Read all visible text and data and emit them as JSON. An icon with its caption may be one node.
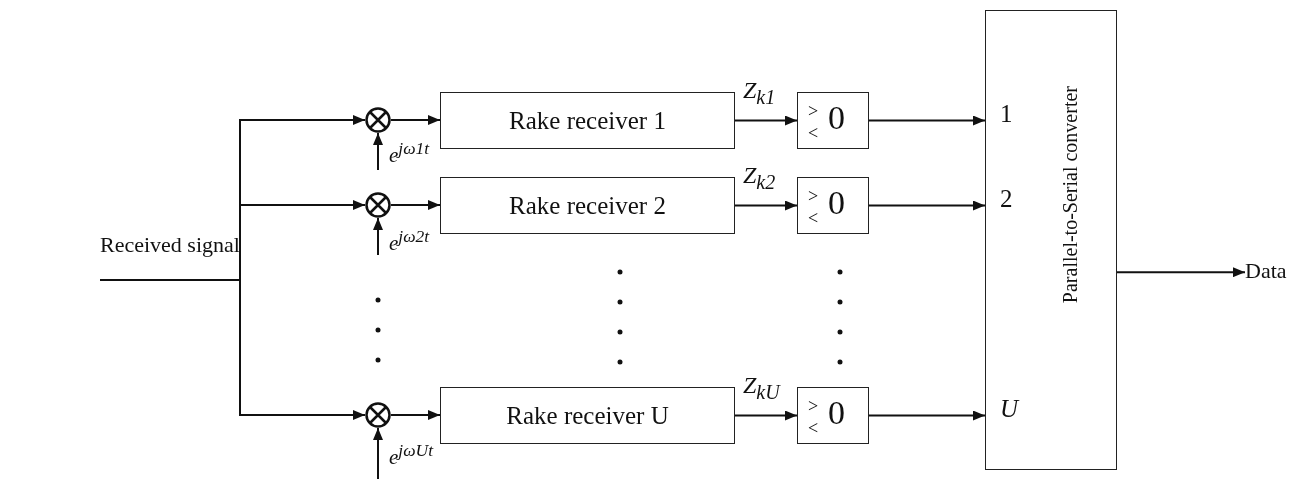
{
  "diagram": {
    "nodes": [
      {
        "text": [
          "Received signal"
        ]
      },
      {
        "text": [],
        "shape": "circle"
      },
      {
        "text": [],
        "shape": "circle"
      },
      {
        "text": [],
        "shape": "circle"
      },
      {
        "text": [
          "Rake receiver 1"
        ]
      },
      {
        "text": [
          "Rake receiver 2"
        ]
      },
      {
        "text": [
          "Rake receiver U"
        ]
      },
      {
        "text": [
          ">",
          "<",
          "0"
        ]
      },
      {
        "text": [
          ">",
          "<",
          "0"
        ]
      },
      {
        "text": [
          ">",
          "<",
          "0"
        ]
      },
      {
        "text": [
          "Parallel-to-Serial converter",
          "1",
          "2",
          "U"
        ]
      },
      {
        "text": [
          "Data"
        ]
      }
    ],
    "edges": [
      {
        "from": 0,
        "to": 1,
        "arrow": "to"
      },
      {
        "from": 0,
        "to": 2,
        "arrow": "to"
      },
      {
        "from": 0,
        "to": 3,
        "arrow": "to"
      },
      {
        "from": null,
        "to": 1,
        "arrow": "to",
        "label": "e$^{jω1t}$"
      },
      {
        "from": null,
        "to": 2,
        "arrow": "to",
        "label": "e$^{jω2t}$"
      },
      {
        "from": null,
        "to": 3,
        "arrow": "to",
        "label": "e$^{jωUt}$"
      },
      {
        "from": 1,
        "to": 4,
        "arrow": "to"
      },
      {
        "from": 2,
        "to": 5,
        "arrow": "to"
      },
      {
        "from": 3,
        "to": 6,
        "arrow": "to"
      },
      {
        "from": 4,
        "to": 7,
        "arrow": "to",
        "label": "Z$_{k1}$"
      },
      {
        "from": 5,
        "to": 8,
        "arrow": "to",
        "label": "Z$_{k2}$"
      },
      {
        "from": 6,
        "to": 9,
        "arrow": "to",
        "label": "Z$_{kU}$"
      },
      {
        "from": 7,
        "to": 10,
        "arrow": "to"
      },
      {
        "from": 8,
        "to": 10,
        "arrow": "to"
      },
      {
        "from": 9,
        "to": 10,
        "arrow": "to"
      },
      {
        "from": 10,
        "to": 11,
        "arrow": "to"
      }
    ]
  }
}
